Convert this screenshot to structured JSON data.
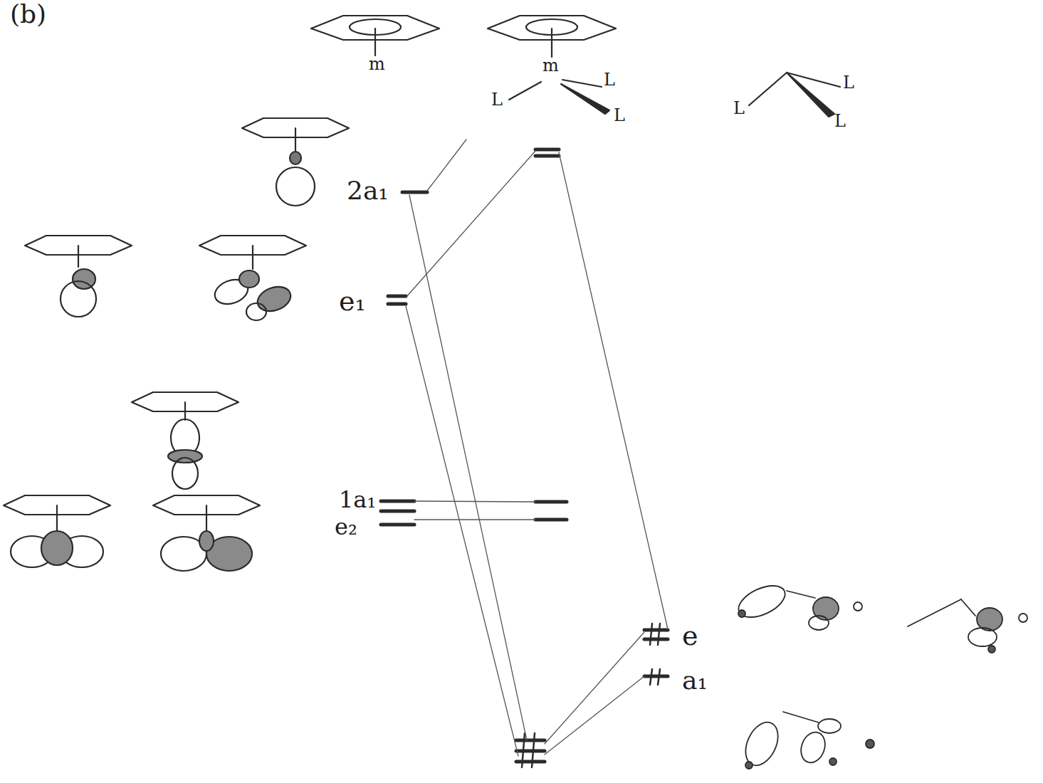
{
  "diagram": {
    "labels": [
      "(b)",
      "m",
      "L",
      "m",
      "L",
      "L",
      "L",
      "L",
      "L",
      "2a₁",
      "e₁",
      "1a₁",
      "e₂",
      "e",
      "a₁"
    ]
  }
}
